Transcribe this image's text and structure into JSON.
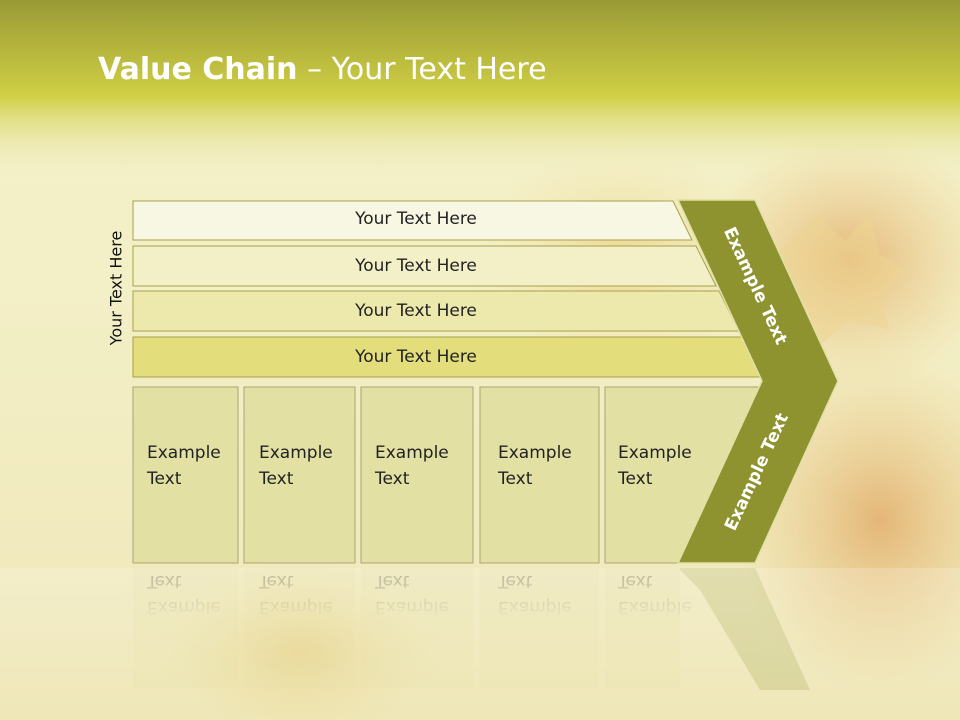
{
  "slide": {
    "title_bold": "Value Chain",
    "title_rest": " – Your Text Here"
  },
  "side_label": "Your Text Here",
  "bars": [
    "Your Text Here",
    "Your Text Here",
    "Your Text Here",
    "Your Text Here"
  ],
  "cells": [
    {
      "line1": "Example",
      "line2": "Text"
    },
    {
      "line1": "Example",
      "line2": "Text"
    },
    {
      "line1": "Example",
      "line2": "Text"
    },
    {
      "line1": "Example",
      "line2": "Text"
    },
    {
      "line1": "Example",
      "line2": "Text"
    }
  ],
  "chevron": {
    "upper": "Example Text",
    "lower": "Example Text"
  },
  "colors": {
    "olive": "#8e9330",
    "title_band": "#c3c43e",
    "bar_fills": [
      "#f8f7e4",
      "#f3f0c8",
      "#ede9ad",
      "#e3dd7c"
    ],
    "cell_fill": "#e3e0a4"
  }
}
